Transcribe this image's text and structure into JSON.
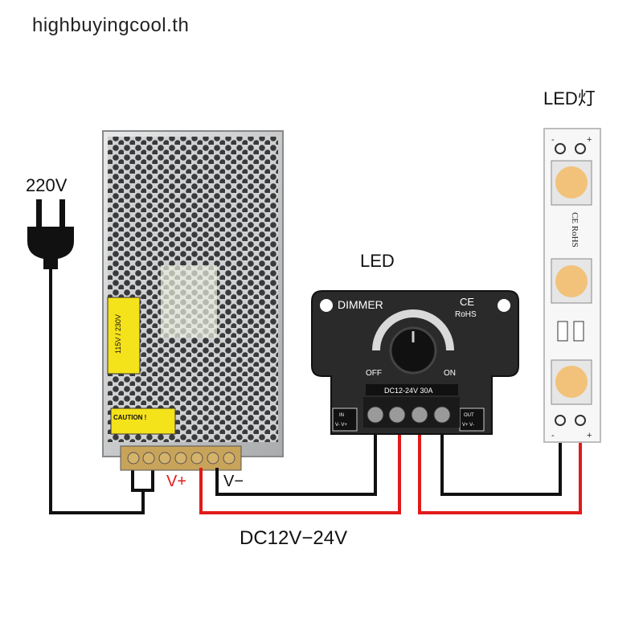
{
  "watermark": "highbuyingcool.th",
  "labels": {
    "mains": "220V",
    "led_top": "LED",
    "strip_title": "LED灯",
    "output_voltage": "DC12V−24V",
    "psu_vplus": "V+",
    "psu_vminus": "V−"
  },
  "dimmer": {
    "title": "DIMMER",
    "ce": "CE",
    "rohs": "RoHS",
    "off": "OFF",
    "on": "ON",
    "rating": "DC12-24V  30A",
    "in": "IN",
    "out": "OUT",
    "in_pins": "V- V+",
    "out_pins": "V+ V-"
  },
  "psu": {
    "caution": "CAUTION !",
    "selector": "115V / 230V"
  },
  "strip": {
    "mark": "CE RoHS",
    "minus": "-",
    "plus": "+"
  },
  "colors": {
    "wire_black": "#111111",
    "wire_red": "#e01b1b",
    "dimmer_body": "#2a2a2a",
    "led_chip": "#f2c27b"
  }
}
